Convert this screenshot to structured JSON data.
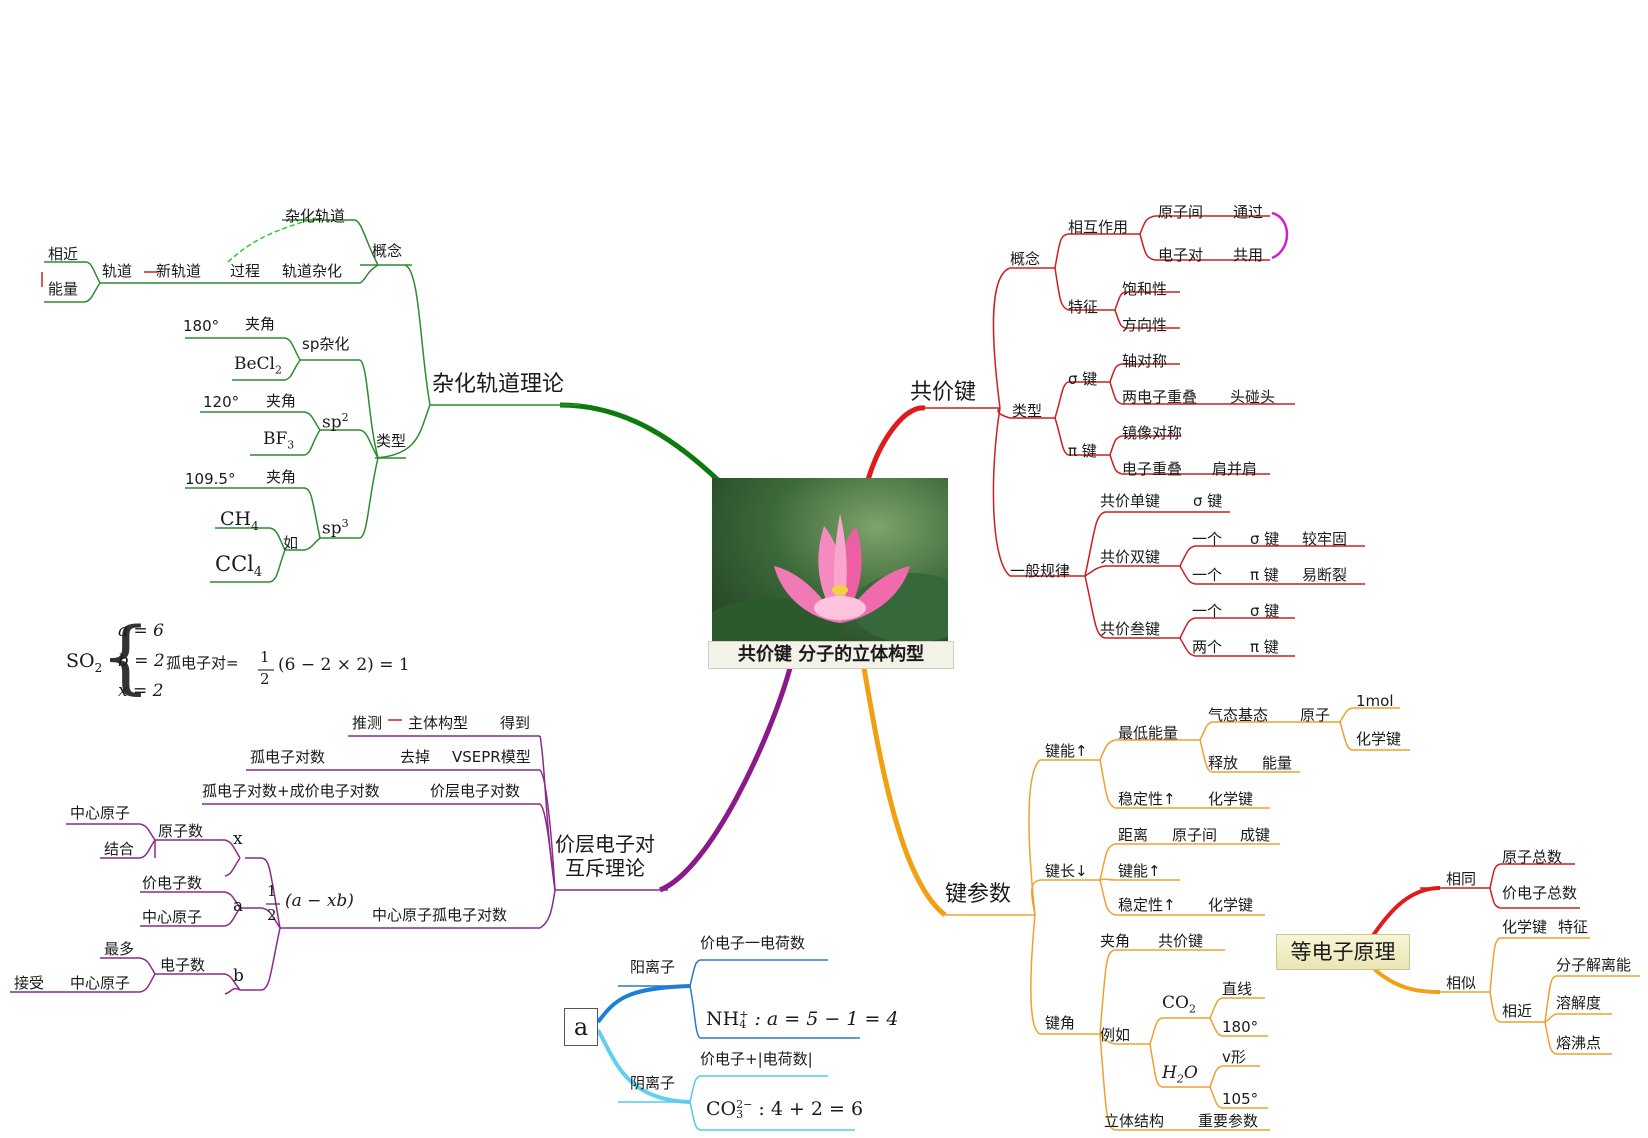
{
  "center": {
    "caption": "共价键  分子的立体构型"
  },
  "topics": {
    "hybrid": "杂化轨道理论",
    "covalent": "共价键",
    "vsepr_line1": "价层电子对",
    "vsepr_line2": "互斥理论",
    "params": "键参数"
  },
  "green": {
    "concept": "概念",
    "hybrid_orbital": "杂化轨道",
    "orbital_hybrid": "轨道杂化",
    "process": "过程",
    "new_orbital": "新轨道",
    "orbital": "轨道",
    "close": "相近",
    "energy": "能量",
    "type": "类型",
    "sp": "sp杂化",
    "angle1": "夹角",
    "deg180": "180°",
    "becl_main": "BeCl",
    "becl_sub": "2",
    "sp2_main": "sp",
    "sp2_sup": "2",
    "angle2": "夹角",
    "deg120": "120°",
    "bf_main": "BF",
    "bf_sub": "3",
    "sp3_main": "sp",
    "sp3_sup": "3",
    "angle3": "夹角",
    "deg109": "109.5°",
    "such_as": "如",
    "ch_main": "CH",
    "ch_sub": "4",
    "ccl_main": "CCl",
    "ccl_sub": "4"
  },
  "so2": {
    "label_main": "SO",
    "label_sub": "2",
    "a": "a = 6",
    "b": "b = 2",
    "x": "x = 2",
    "lone_pair": "孤电子对=",
    "frac_num": "1",
    "frac_den": "2",
    "expr": "(6 − 2 × 2) = 1"
  },
  "purple": {
    "infer": "推测",
    "main_config": "主体构型",
    "obtain": "得到",
    "lone_pairs": "孤电子对数",
    "remove": "去掉",
    "vsepr_model": "VSEPR模型",
    "lone_plus_bond": "孤电子对数+成价电子对数",
    "valence_pairs": "价层电子对数",
    "central_lone": "中心原子孤电子对数",
    "half_num": "1",
    "half_den": "2",
    "half_expr": "(a − xb)",
    "x": "x",
    "atom_count": "原子数",
    "central_atom1": "中心原子",
    "combine": "结合",
    "a": "a",
    "valence_electrons": "价电子数",
    "central_atom2": "中心原子",
    "b": "b",
    "electron_count": "电子数",
    "most": "最多",
    "central_atom3": "中心原子",
    "accept": "接受"
  },
  "blue": {
    "a_box": "a",
    "cation": "阳离子",
    "cation_rule": "价电子一电荷数",
    "nh_main": "NH",
    "nh_sup": "+",
    "nh_sub": "4",
    "nh_expr": " : a = 5 − 1 = 4",
    "anion": "阴离子",
    "anion_rule": "价电子+|电荷数|",
    "co_main": "CO",
    "co_sup": "2−",
    "co_sub": "3",
    "co_expr": " : 4 + 2 = 6"
  },
  "red": {
    "concept": "概念",
    "interaction": "相互作用",
    "between_atoms": "原子间",
    "through": "通过",
    "electron_pair": "电子对",
    "shared": "共用",
    "feature": "特征",
    "saturation": "饱和性",
    "direction": "方向性",
    "type": "类型",
    "sigma_bond": "σ 键",
    "axial": "轴对称",
    "two_overlap": "两电子重叠",
    "head_on": "头碰头",
    "pi_bond": "π 键",
    "mirror": "镜像对称",
    "overlap": "电子重叠",
    "side_by_side": "肩并肩",
    "rules": "一般规律",
    "single": "共价单键",
    "sigma1": "σ 键",
    "double": "共价双键",
    "one1": "一个",
    "sigma2": "σ 键",
    "firm": "较牢固",
    "one2": "一个",
    "pi1": "π 键",
    "breakable": "易断裂",
    "triple": "共价叁键",
    "one3": "一个",
    "sigma3": "σ 键",
    "two": "两个",
    "pi2": "π 键"
  },
  "orange": {
    "bond_energy": "键能↑",
    "lowest_energy": "最低能量",
    "gas_ground": "气态基态",
    "atom": "原子",
    "mol": "1mol",
    "chem_bond1": "化学键",
    "release": "释放",
    "energy": "能量",
    "stability1": "稳定性↑",
    "chem_bond2": "化学键",
    "bond_length": "键长↓",
    "distance": "距离",
    "between_atoms": "原子间",
    "bond_form": "成键",
    "bond_energy2": "键能↑",
    "stability2": "稳定性↑",
    "chem_bond3": "化学键",
    "bond_angle": "键角",
    "angle": "夹角",
    "covalent": "共价键",
    "example": "例如",
    "co2_main": "CO",
    "co2_sub": "2",
    "linear": "直线",
    "deg180": "180°",
    "h2o_h": "H",
    "h2o_sub": "2",
    "h2o_o": "O",
    "v_shape": "v形",
    "deg105": "105°",
    "structure": "立体结构",
    "important": "重要参数"
  },
  "iso": {
    "title": "等电子原理",
    "same": "相同",
    "total_atoms": "原子总数",
    "total_valence": "价电子总数",
    "similar": "相似",
    "chem_bond": "化学键",
    "feature": "特征",
    "close": "相近",
    "dissociation": "分子解离能",
    "solubility": "溶解度",
    "melting": "熔沸点"
  }
}
